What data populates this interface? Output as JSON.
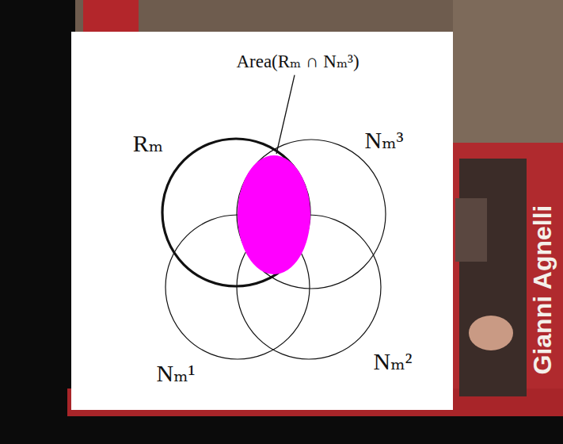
{
  "diagram": {
    "nodes": [
      {
        "text": [
          "Rₘ"
        ]
      },
      {
        "text": [
          "Nₘ³"
        ]
      },
      {
        "text": [
          "Nₘ¹"
        ]
      },
      {
        "text": [
          "Nₘ²"
        ]
      }
    ],
    "labels": [
      "Area(Rₘ ∩ Nₘ³)",
      "Gianni Agnelli"
    ]
  }
}
